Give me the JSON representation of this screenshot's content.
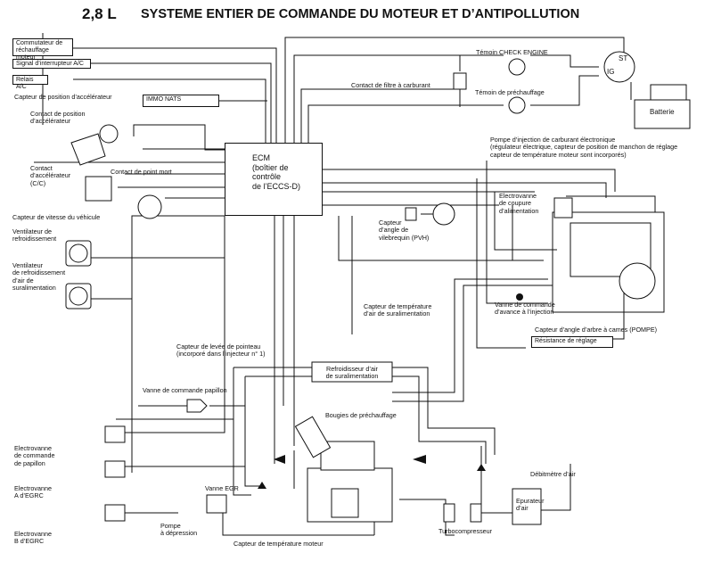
{
  "header": {
    "engine": "2,8 L",
    "title": "SYSTEME ENTIER DE COMMANDE DU MOTEUR ET D’ANTIPOLLUTION"
  },
  "ecm": {
    "label": "ECM\n(boîtier de\ncontrôle\nde l’ECCS-D)"
  },
  "inputs": {
    "heater_switch": "Commutateur de\nréchauffage moteur",
    "ac_switch_signal": "Signal d’interrupteur A/C",
    "ac_relay": "Relais A/C",
    "immo": "IMMO NATS"
  },
  "sensors": {
    "accel_pos_sensor": "Capteur de position d’accélérateur",
    "accel_pos_contact": "Contact de position\nd’accélérateur",
    "accel_contact": "Contact\nd’accélérateur\n(C/C)",
    "neutral_contact": "Contact de point mort",
    "vehicle_speed": "Capteur de vitesse du véhicule",
    "crank_angle": "Capteur\nd’angle de\nvilebrequin (PVH)",
    "boost_air_temp": "Capteur de température\nd’air de suralimentation",
    "needle_lift": "Capteur de levée de pointeau\n(incorporé dans l’injecteur n° 1)",
    "engine_temp": "Capteur de température moteur",
    "cam_angle": "Capteur d’angle d’arbre à cames (POMPE)"
  },
  "actuators": {
    "cooling_fan": "Ventilateur de\nrefroidissement",
    "boost_fan": "Ventilateur\nde refroidissement\nd’air de\nsuralimentation",
    "throttle_valve": "Vanne de commande papillon",
    "ev_throttle": "Electrovanne\nde commande\nde papillon",
    "ev_egrc_a": "Electrovanne\nA d’EGRC",
    "ev_egrc_b": "Electrovanne\nB d’EGRC",
    "vacuum_pump": "Pompe\nà dépression",
    "egr_valve": "Vanne EGR",
    "glow_plugs": "Bougies de préchauffage",
    "fuel_cut_ev": "Electrovanne\nde coupure\nd’alimentation",
    "timing_valve": "Vanne de commande\nd’avance à l’injection",
    "adjust_resistor": "Résistance de réglage"
  },
  "dashboard": {
    "check_engine": "Témoin CHECK ENGINE",
    "fuel_filter_contact": "Contact de filtre à carburant",
    "glow_lamp": "Témoin de préchauffage",
    "battery": "Batterie",
    "ignition_st": "ST",
    "ignition_ig": "IG"
  },
  "pump": {
    "label": "Pompe d’injection de carburant électronique\n(régulateur électrique, capteur de position de manchon de réglage\ncapteur de température moteur sont incorporés)"
  },
  "air": {
    "intercooler": "Refroidisseur d’air\nde suralimentation",
    "turbo": "Turbocompresseur",
    "air_filter": "Epurateur\nd’air",
    "air_flow_meter": "Débitmètre d’air"
  },
  "colors": {
    "ink": "#111111",
    "paper": "#ffffff"
  }
}
